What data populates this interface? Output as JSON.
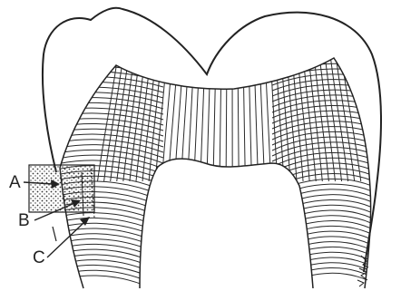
{
  "labels": {
    "a": "A",
    "b": "B",
    "c": "C"
  },
  "colors": {
    "ink": "#222222",
    "paper": "#ffffff",
    "dots": "#333333"
  }
}
